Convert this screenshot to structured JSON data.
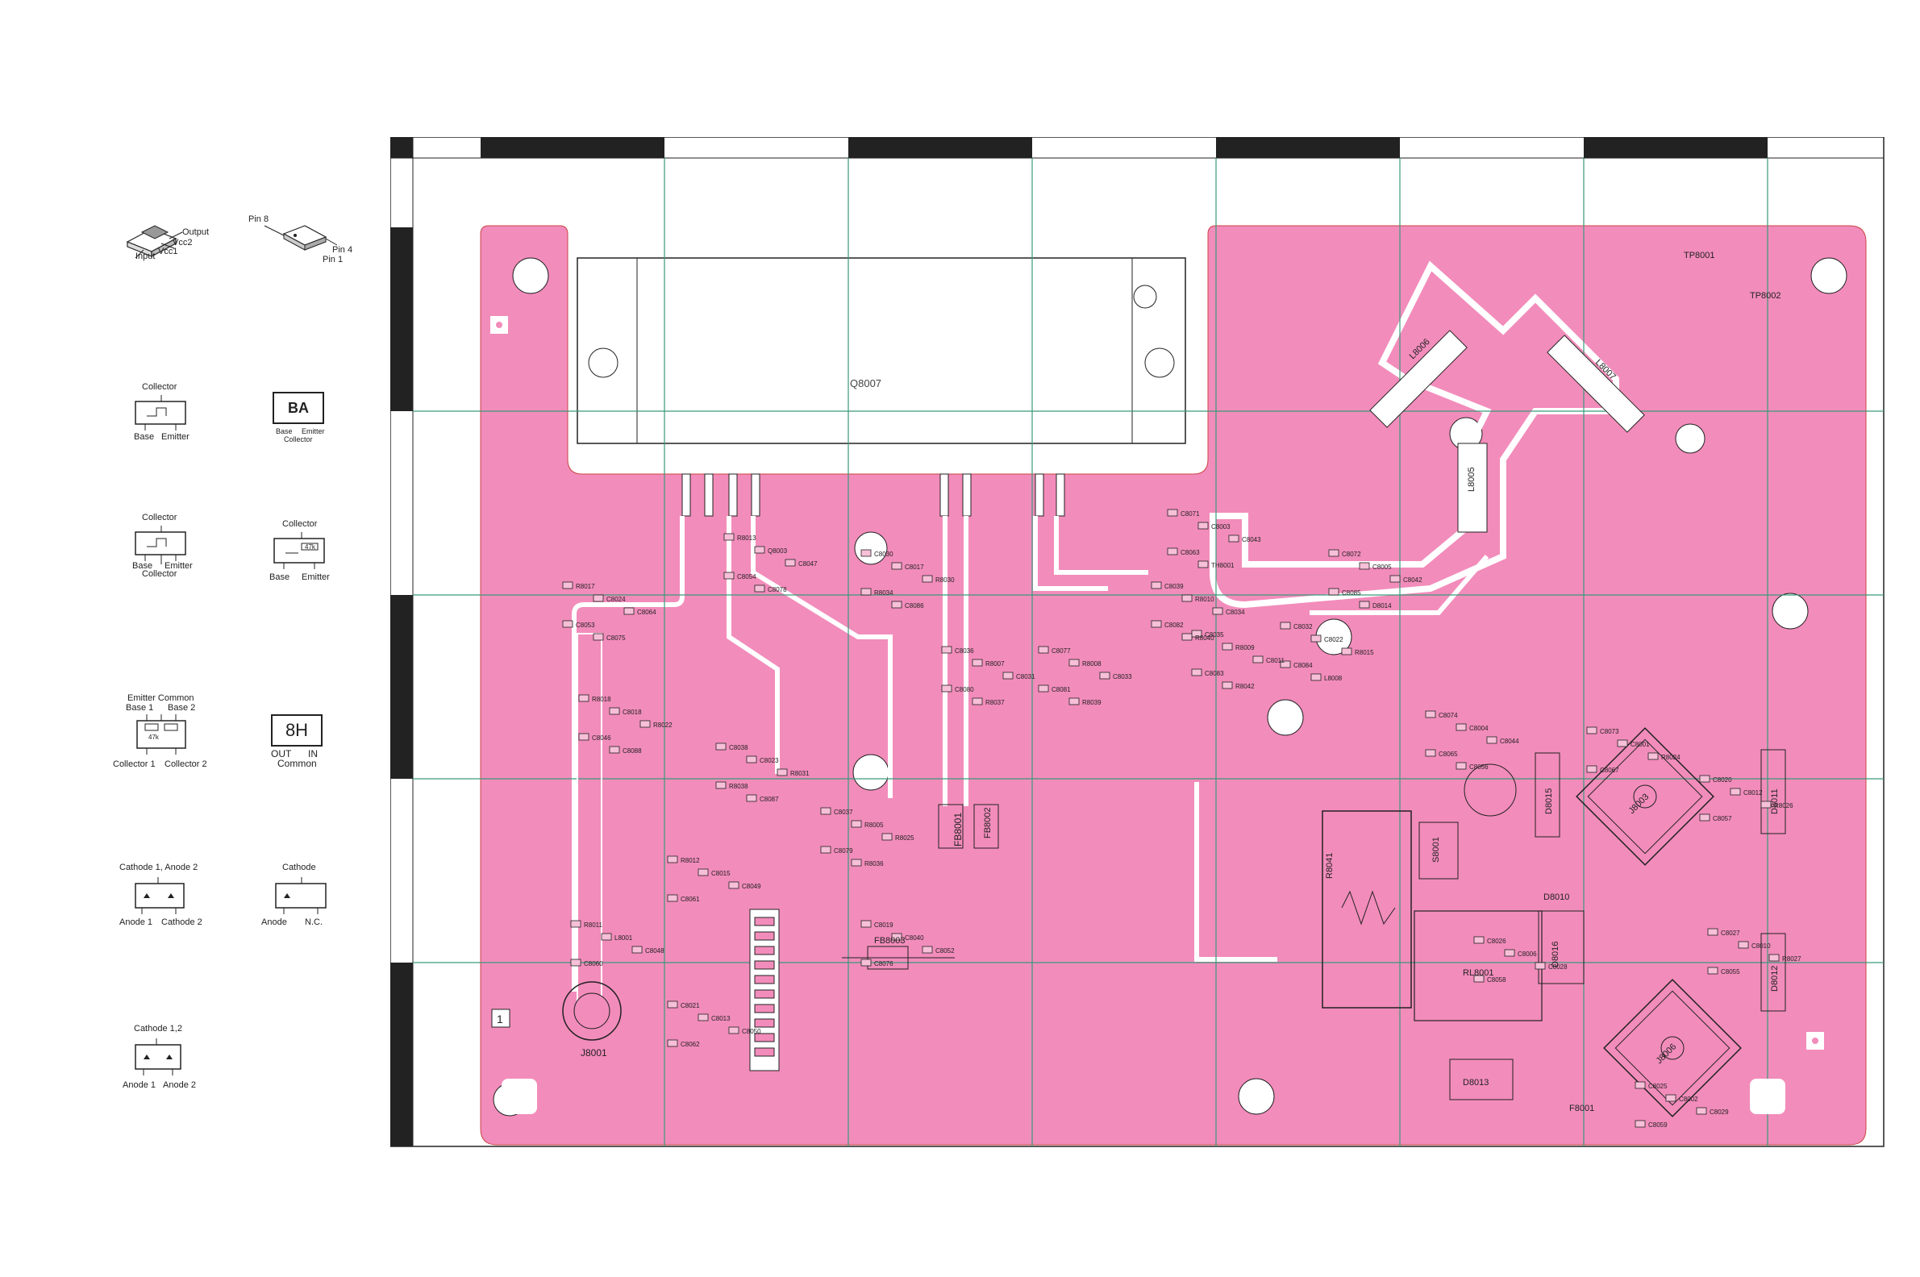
{
  "legend": {
    "reg1": {
      "output": "Output",
      "vcc2": "Vcc2",
      "vcc1": "Vcc1",
      "input": "Input"
    },
    "ic8": {
      "pin8": "Pin 8",
      "pin4": "Pin 4",
      "pin1": "Pin 1"
    },
    "tr1": {
      "collector": "Collector",
      "base": "Base",
      "emitter": "Emitter"
    },
    "tr_ba": {
      "mark": "BA",
      "base": "Base",
      "emitter": "Emitter",
      "collector": "Collector"
    },
    "tr2": {
      "collector_top": "Collector",
      "base": "Base",
      "emitter": "Emitter",
      "collector_bottom": "Collector"
    },
    "tr3": {
      "collector": "Collector",
      "base": "Base",
      "emitter": "Emitter",
      "r": "47k"
    },
    "dual_tr": {
      "emitter_common": "Emitter Common",
      "base1": "Base 1",
      "base2": "Base 2",
      "collector1": "Collector 1",
      "collector2": "Collector 2",
      "r": "47k"
    },
    "reg_8h": {
      "mark": "8H",
      "out": "OUT",
      "in": "IN",
      "common": "Common"
    },
    "diode_pair": {
      "cathode1_anode2": "Cathode 1, Anode 2",
      "anode1": "Anode 1",
      "cathode2": "Cathode 2"
    },
    "diode_single": {
      "cathode": "Cathode",
      "anode": "Anode",
      "nc": "N.C."
    },
    "diode_cc": {
      "cathode12": "Cathode 1,2",
      "anode1": "Anode 1",
      "anode2": "Anode 2"
    }
  },
  "board": {
    "pcb_color": "#f28cbb",
    "grid_line_color": "#3a9a7a",
    "corner_marker": "1",
    "main_module": "Q8007",
    "connectors": [
      "J8001"
    ],
    "heatsinks": [
      "J8003",
      "J8006"
    ],
    "relay": "RL8001",
    "ferrites": [
      "FB8001",
      "FB8002",
      "FB8003"
    ],
    "diodes": [
      "D8011",
      "D8012",
      "D8013",
      "D8015",
      "D8016",
      "D8010"
    ],
    "inductors": [
      "L8006",
      "L8007",
      "L8005"
    ],
    "resistors_big": [
      "R8041"
    ],
    "switch": "S8001",
    "test_points": [
      "TP8001",
      "TP8002"
    ],
    "fuse": "F8001",
    "labels": [
      "R8017",
      "R8013",
      "C8030",
      "C8038",
      "R8018",
      "C8037",
      "C8036",
      "C8077",
      "C8039",
      "C8035",
      "C8032",
      "C8072",
      "C8071",
      "C8074",
      "C8073",
      "C8020",
      "C8027",
      "C8026",
      "C8025",
      "R8011",
      "R8012",
      "C8021",
      "C8019",
      "C8024",
      "Q8003",
      "C8017",
      "C8023",
      "C8018",
      "R8005",
      "R8007",
      "R8008",
      "R8010",
      "R8009",
      "C8022",
      "C8005",
      "C8003",
      "C8004",
      "C8001",
      "C8012",
      "C8010",
      "C8006",
      "C8002",
      "L8001",
      "C8015",
      "C8013",
      "C8040",
      "C8064",
      "C8047",
      "R8030",
      "R8031",
      "R8022",
      "R8025",
      "C8031",
      "C8033",
      "C8034",
      "C8011",
      "R8015",
      "C8042",
      "C8043",
      "C8044",
      "R8024",
      "R8026",
      "R8027",
      "C8028",
      "C8029",
      "C8048",
      "C8049",
      "C8050",
      "C8052",
      "C8053",
      "C8054",
      "R8034",
      "R8038",
      "C8046",
      "C8079",
      "C8080",
      "C8081",
      "C8082",
      "C8083",
      "C8084",
      "C8085",
      "C8063",
      "C8065",
      "C8067",
      "C8057",
      "C8055",
      "C8058",
      "C8059",
      "C8060",
      "C8061",
      "C8062",
      "C8076",
      "C8075",
      "C8078",
      "C8086",
      "C8087",
      "C8088",
      "R8036",
      "R8037",
      "R8039",
      "R8040",
      "R8042",
      "L8008",
      "D8014",
      "TH8001",
      "C8056"
    ]
  }
}
